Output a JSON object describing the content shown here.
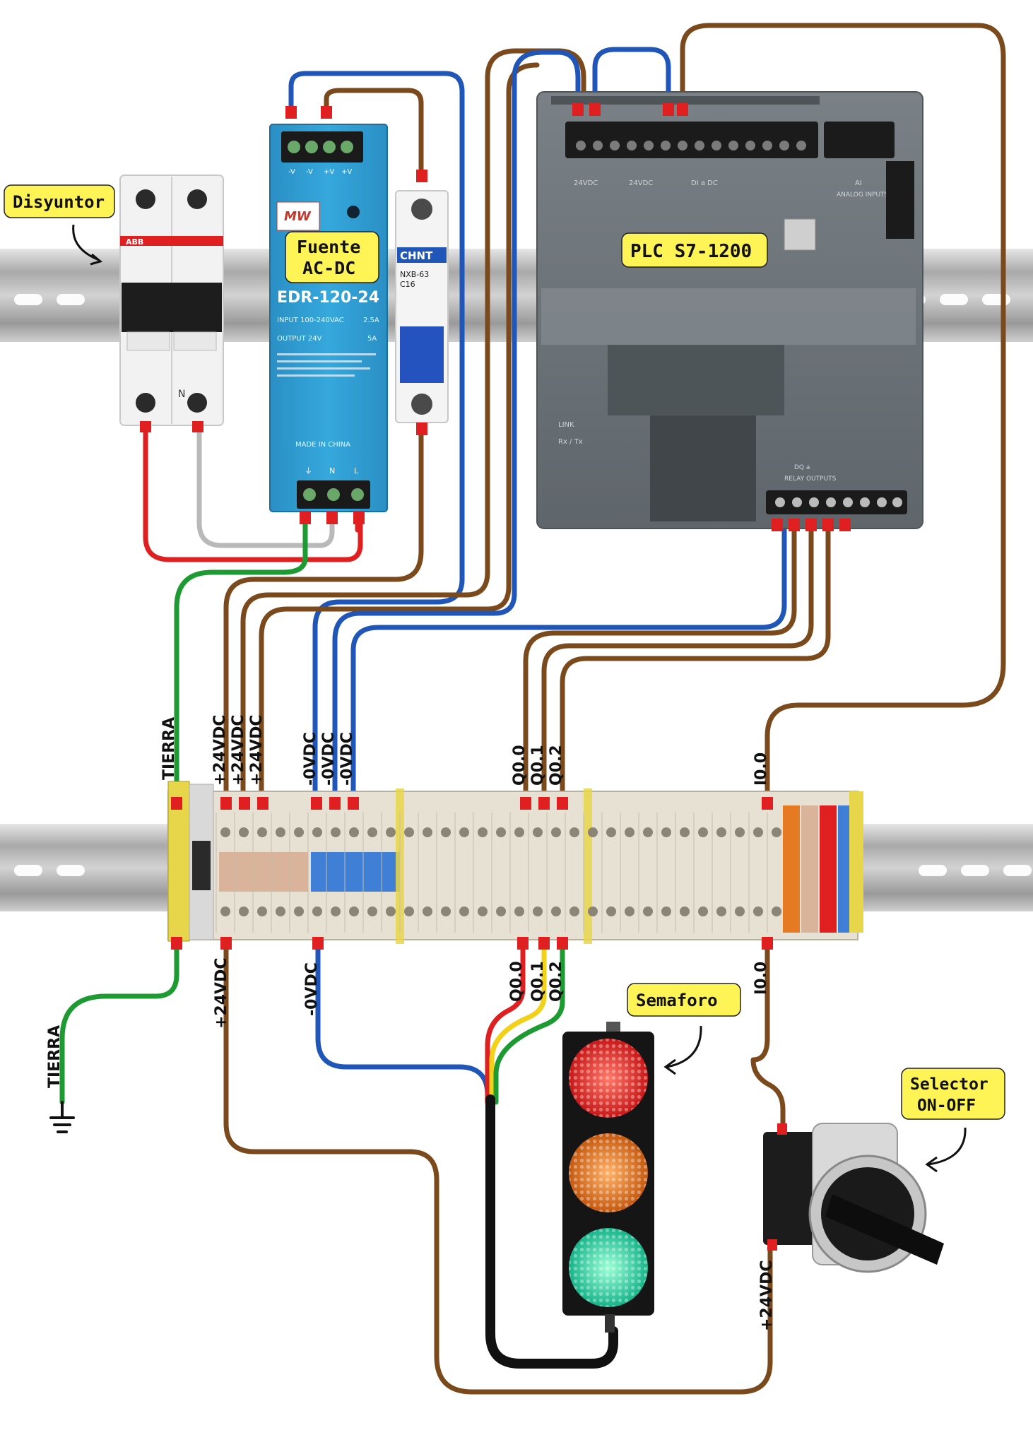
{
  "labels": {
    "breaker": "Disyuntor",
    "psu_line1": "Fuente",
    "psu_line2": "AC-DC",
    "plc": "PLC S7-1200",
    "semaphore": "Semaforo",
    "selector_line1": "Selector",
    "selector_line2": "ON-OFF"
  },
  "psu": {
    "brand": "MW",
    "model": "EDR-120-24",
    "input": "INPUT 100-240VAC",
    "output": "OUTPUT 24V",
    "input_current": "2.5A",
    "output_current": "5A",
    "made_in": "MADE IN CHINA",
    "terminals_dc": [
      "-V",
      "-V",
      "+V",
      "+V"
    ],
    "terminals_ac": [
      "⏚",
      "N",
      "L"
    ]
  },
  "breaker_device": {
    "brand": "ABB",
    "neutral_mark": "N"
  },
  "mcb": {
    "brand": "CHNT",
    "model": "NXB-63",
    "rating": "C16"
  },
  "plc_device": {
    "top_marks": [
      "24VDC",
      "24VDC",
      "DI a DC"
    ],
    "right_marks": [
      "AI",
      "ANALOG INPUTS"
    ],
    "bottom_marks": [
      "DQ a",
      "RELAY OUTPUTS"
    ],
    "leds": [
      "LINK",
      "Rx / Tx"
    ]
  },
  "terminal_tags_top": [
    "TIERRA",
    "+24VDC",
    "+24VDC",
    "+24VDC",
    "-0VDC",
    "-0VDC",
    "-0VDC",
    "Q0.0",
    "Q0.1",
    "Q0.2",
    "I0.0"
  ],
  "terminal_tags_bottom": [
    "+24VDC",
    "-0VDC",
    "Q0.0",
    "Q0.1",
    "Q0.2",
    "I0.0"
  ],
  "ground_tag": "TIERRA",
  "selector_tag": "+24VDC",
  "colors": {
    "brown": "#7a4a1c",
    "blue": "#1f56b8",
    "red": "#e02020",
    "green": "#1e9a32",
    "gray": "#b9b9b9",
    "black": "#111111",
    "yellow": "#f2d11a",
    "label_yellow": "#fff455",
    "psu_blue": "#2e9fd6",
    "plc_gray": "#6d7479"
  }
}
